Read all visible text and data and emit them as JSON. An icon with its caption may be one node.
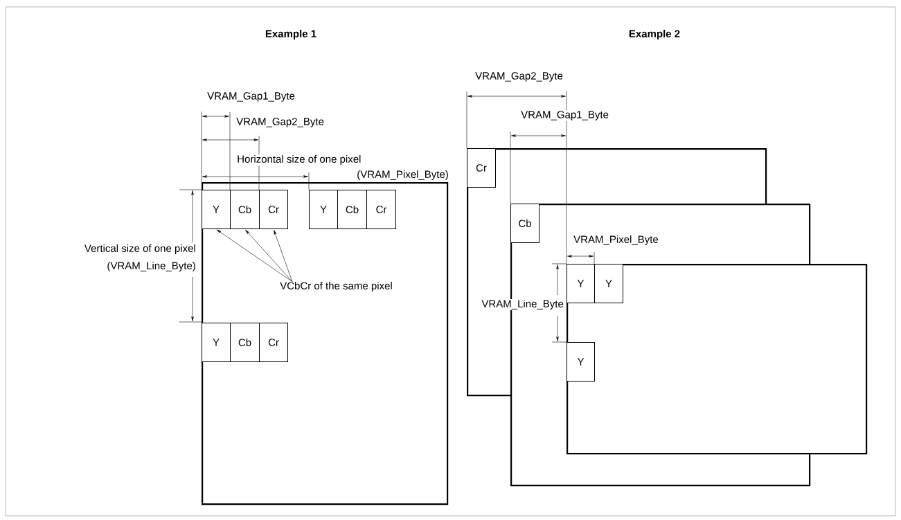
{
  "diagram": {
    "nodes": [
      {
        "text": [],
        "shape": "box"
      },
      {
        "text": [
          "Y"
        ],
        "in": 0
      },
      {
        "text": [
          "Cb"
        ],
        "in": 0
      },
      {
        "text": [
          "Cr"
        ],
        "in": 0
      },
      {
        "text": [
          "Y"
        ],
        "in": 0
      },
      {
        "text": [
          "Cb"
        ],
        "in": 0
      },
      {
        "text": [
          "Cr"
        ],
        "in": 0
      },
      {
        "text": [
          "Y"
        ],
        "in": 0
      },
      {
        "text": [
          "Cb"
        ],
        "in": 0
      },
      {
        "text": [
          "Cr"
        ],
        "in": 0
      },
      {
        "text": [
          "VCbCr of the same pixel"
        ],
        "in": 0
      },
      {
        "text": [],
        "shape": "box"
      },
      {
        "text": [
          "Cr"
        ],
        "in": 11
      },
      {
        "text": [],
        "shape": "box"
      },
      {
        "text": [
          "Cb"
        ]
      },
      {
        "text": [],
        "shape": "box"
      },
      {
        "text": [
          "Y"
        ]
      },
      {
        "text": [
          "Y"
        ]
      },
      {
        "text": [
          "Y"
        ]
      }
    ],
    "edges": [
      {
        "from": 10,
        "to": 1,
        "arrow": "to"
      },
      {
        "from": 10,
        "to": 2,
        "arrow": "to"
      },
      {
        "from": 10,
        "to": 3,
        "arrow": "to"
      }
    ],
    "labels": [
      "Example 1",
      "Example 2",
      "VRAM_Gap1_Byte",
      "VRAM_Gap2_Byte",
      "Horizontal size of one pixel",
      "(VRAM_Pixel_Byte)",
      "Vertical size of one pixel",
      "(VRAM_Line_Byte)",
      "VRAM_Gap2_Byte",
      "VRAM_Gap1_Byte",
      "VRAM_Pixel_Byte",
      "VRAM_Line_Byte"
    ]
  }
}
